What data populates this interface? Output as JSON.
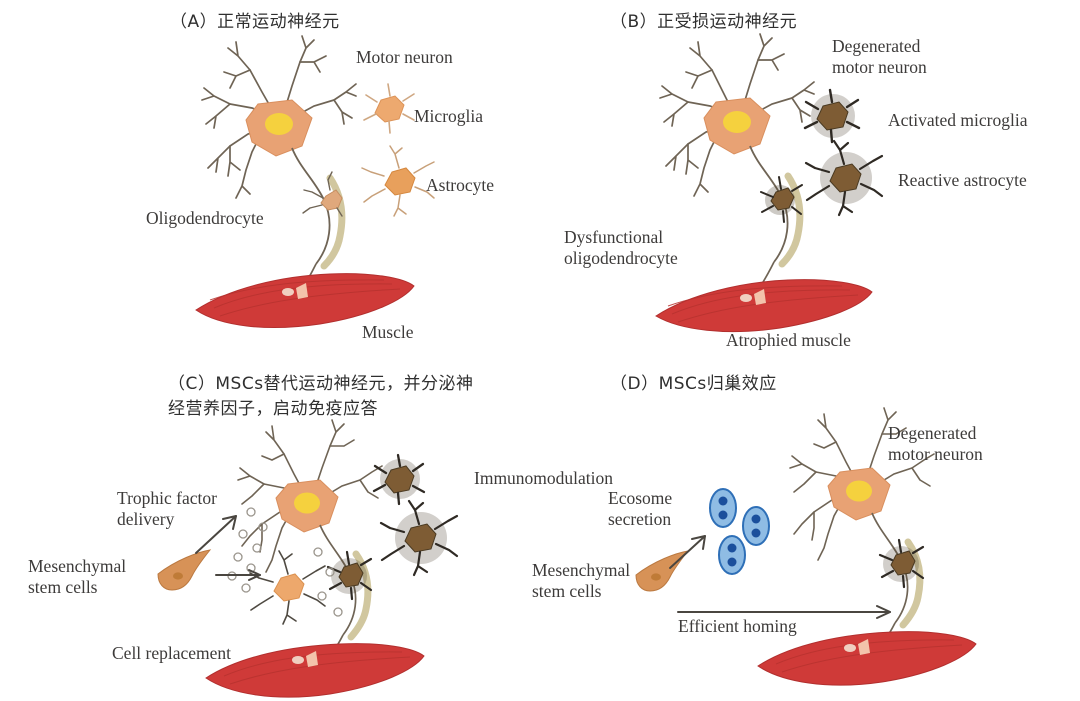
{
  "figure": {
    "title_a": "（A）正常运动神经元",
    "title_b": "（B）正受损运动神经元",
    "title_c": "（C）MSCs替代运动神经元，并分泌神\n        经营养因子，启动免疫应答",
    "title_d": "（D）MSCs归巢效应"
  },
  "panel_a": {
    "motor_neuron": "Motor neuron",
    "microglia": "Microglia",
    "astrocyte": "Astrocyte",
    "oligodendrocyte": "Oligodendrocyte",
    "muscle": "Muscle"
  },
  "panel_b": {
    "degenerated_motor_neuron": "Degenerated\nmotor neuron",
    "activated_microglia": "Activated microglia",
    "reactive_astrocyte": "Reactive astrocyte",
    "dysfunctional_oligodendrocyte": "Dysfunctional\noligodendrocyte",
    "atrophied_muscle": "Atrophied muscle"
  },
  "panel_c": {
    "trophic_factor_delivery": "Trophic factor\ndelivery",
    "mesenchymal_stem_cells": "Mesenchymal\nstem cells",
    "cell_replacement": "Cell replacement",
    "immunomodulation": "Immunomodulation"
  },
  "panel_d": {
    "degenerated_motor_neuron": "Degenerated\nmotor neuron",
    "ecosome_secretion": "Ecosome\nsecretion",
    "mesenchymal_stem_cells": "Mesenchymal\nstem cells",
    "efficient_homing": "Efficient homing"
  },
  "colors": {
    "soma_fill": "#e8a274",
    "soma_nucleus": "#f5d13e",
    "dendrite": "#6f6455",
    "myelin": "#cfc49a",
    "muscle": "#cf3a38",
    "muscle_dark": "#b22f2e",
    "microglia_normal": "#eda96f",
    "astrocyte_normal": "#e8a05c",
    "activated_cell": "#7e5c34",
    "activated_process": "#2f2a24",
    "msc": "#d79257",
    "exosome": "#7fb3e0",
    "exosome_core": "#1b4f9c",
    "background": "#ffffff"
  }
}
